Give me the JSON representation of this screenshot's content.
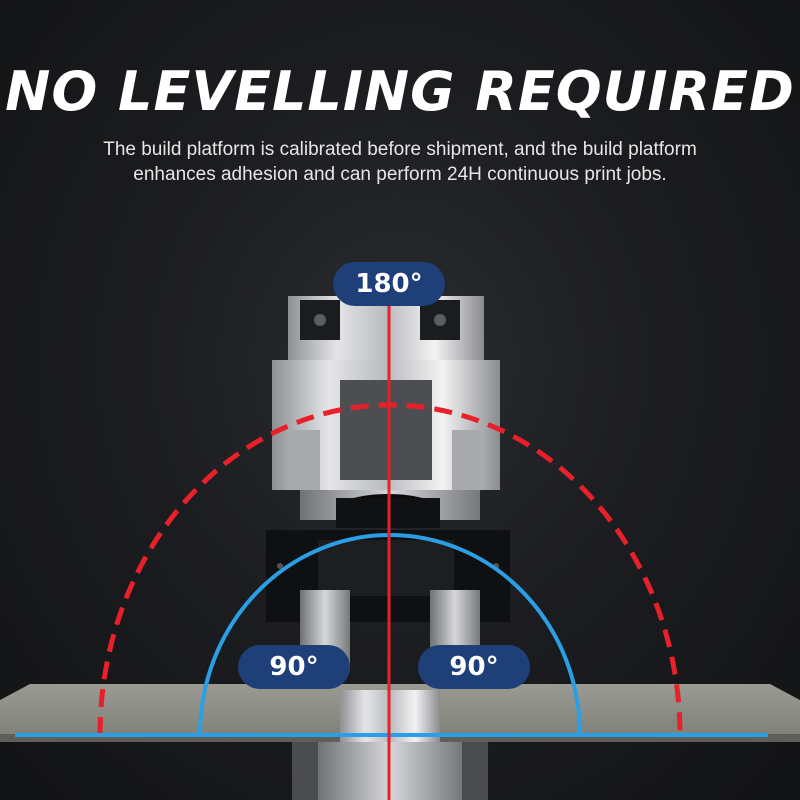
{
  "headline": {
    "title": "NO LEVELLING REQUIRED",
    "subtitle_line1": "The build platform is calibrated before shipment, and the build platform",
    "subtitle_line2": "enhances adhesion and can perform 24H continuous print jobs."
  },
  "angles": {
    "top": "180°",
    "left": "90°",
    "right": "90°"
  },
  "colors": {
    "background": "#141517",
    "badge": "#1f3f78",
    "red_indicator": "#e8202a",
    "blue_indicator": "#2a9fe6"
  }
}
